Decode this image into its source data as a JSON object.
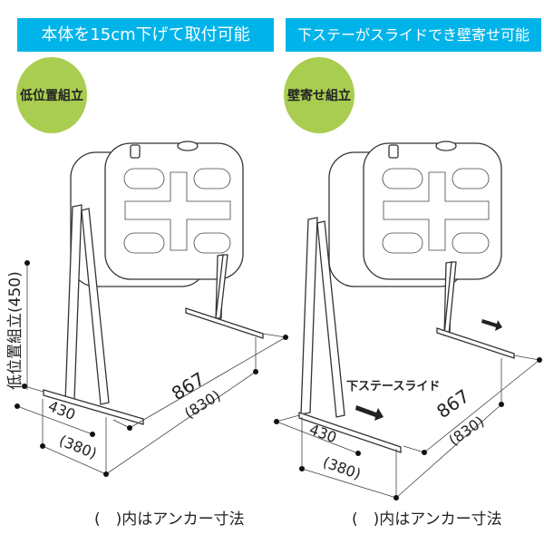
{
  "left": {
    "header": "本体を15cm下げて取付可能",
    "badge": "低位置組立",
    "height_label": "低位置組立(450)",
    "dim_length": "867",
    "dim_length_anchor": "(830)",
    "dim_width": "430",
    "dim_width_anchor": "(380)",
    "note": "(　)内はアンカー寸法"
  },
  "right": {
    "header": "下ステーがスライドでき壁寄せ可能",
    "badge": "壁寄せ組立",
    "slide_label": "下ステースライド",
    "dim_length": "867",
    "dim_length_anchor": "(830)",
    "dim_width": "430",
    "dim_width_anchor": "(380)",
    "note": "(　)内はアンカー寸法"
  },
  "colors": {
    "header_bg": "#00b4e9",
    "badge_bg": "#a9cd50"
  }
}
